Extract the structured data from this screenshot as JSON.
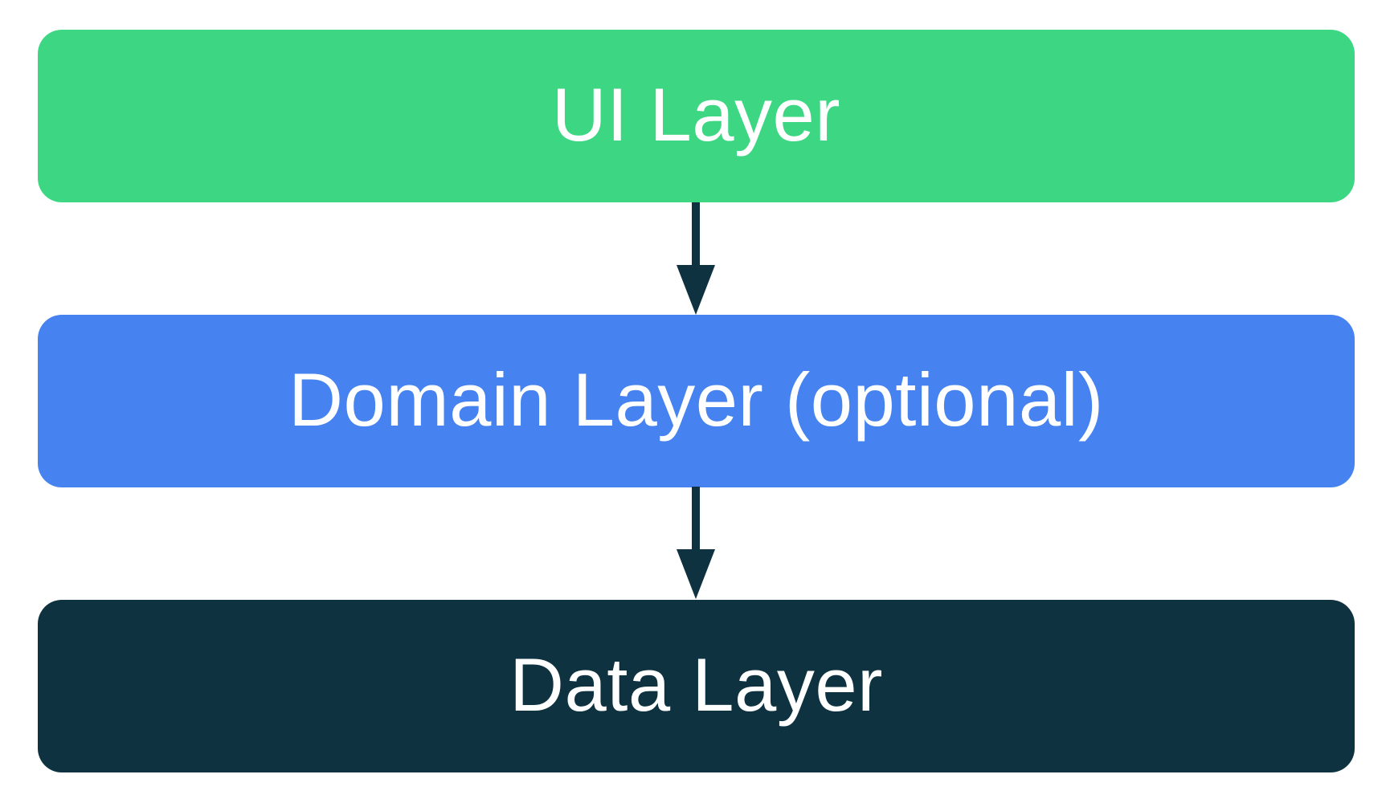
{
  "diagram": {
    "background": "#ffffff",
    "nodes": [
      {
        "id": "ui",
        "label": "UI Layer",
        "fill": "#3dd784",
        "text_color": "#ffffff"
      },
      {
        "id": "domain",
        "label": "Domain Layer (optional)",
        "fill": "#4683f0",
        "text_color": "#ffffff"
      },
      {
        "id": "data",
        "label": "Data Layer",
        "fill": "#0e323f",
        "text_color": "#ffffff"
      }
    ],
    "edges": [
      {
        "from": "ui",
        "to": "domain",
        "direction": "down",
        "color": "#0e323f"
      },
      {
        "from": "domain",
        "to": "data",
        "direction": "down",
        "color": "#0e323f"
      }
    ]
  }
}
